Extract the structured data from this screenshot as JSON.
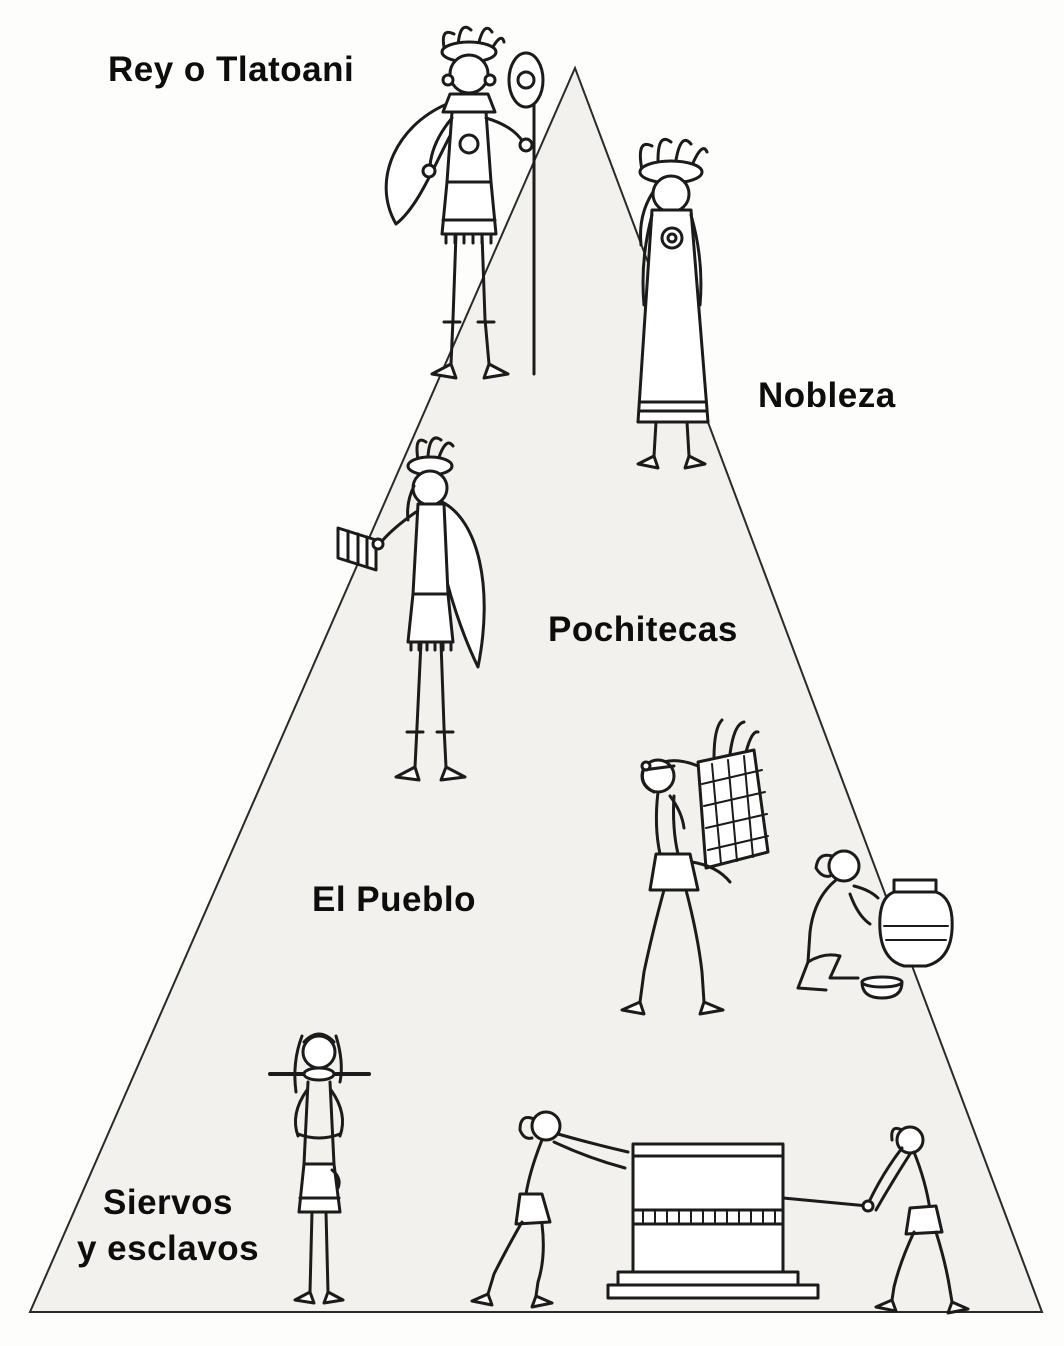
{
  "diagram": {
    "type": "pyramid-hierarchy",
    "levels": [
      {
        "id": "rey",
        "label": "Rey o Tlatoani"
      },
      {
        "id": "nobleza",
        "label": "Nobleza"
      },
      {
        "id": "pochitecas",
        "label": "Pochitecas"
      },
      {
        "id": "pueblo",
        "label": "El Pueblo"
      },
      {
        "id": "siervos",
        "label_line_1": "Siervos",
        "label_line_2": "y esclavos"
      }
    ],
    "figures": [
      {
        "id": "tlatoani-figure",
        "icon": "ruler-with-feather-headdress-cape-and-plumed-staff"
      },
      {
        "id": "noble-figure",
        "icon": "noble-in-long-robe-with-feather-headdress"
      },
      {
        "id": "pochiteca-figure",
        "icon": "merchant-with-cape-reading-codex"
      },
      {
        "id": "porter-figure",
        "icon": "porter-carrying-basket-with-tumpline"
      },
      {
        "id": "potter-figure",
        "icon": "crouching-artisan-shaping-large-pot"
      },
      {
        "id": "servant-figure",
        "icon": "bound-servant-with-wooden-collar"
      },
      {
        "id": "laborers-figure",
        "icon": "two-laborers-pushing-and-pulling-stone-block"
      }
    ],
    "colors": {
      "pyramid_fill": "#f2f1ee",
      "outline": "#1b1b1b",
      "text": "#0d0d0d",
      "background": "#fdfdfc"
    }
  }
}
